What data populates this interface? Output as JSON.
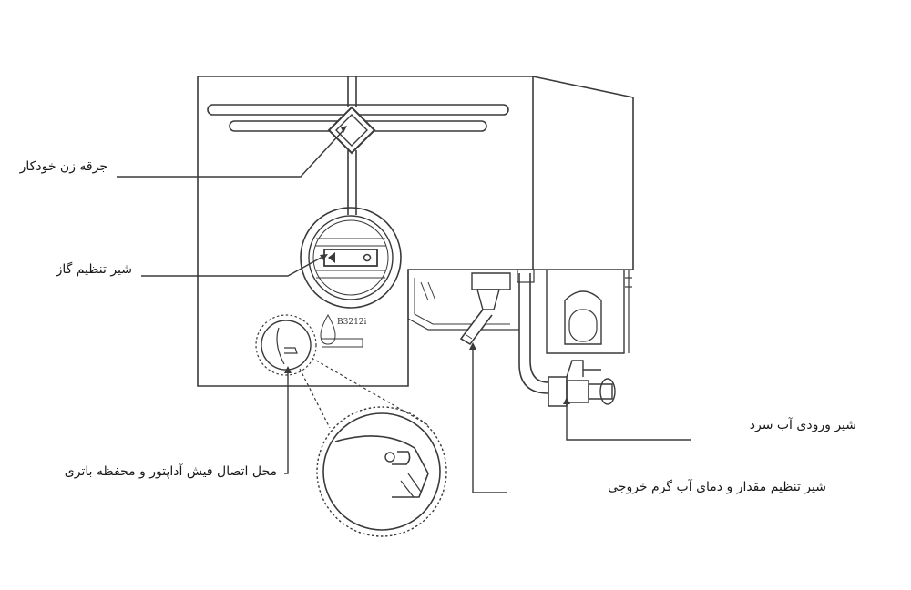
{
  "labels": {
    "igniter": "جرقه زن خودکار",
    "gas_valve": "شیر تنظیم گاز",
    "adapter_battery": "محل اتصال فیش آداپتور و محفظه باتری",
    "cold_water_inlet": "شیر ورودی آب سرد",
    "hot_water_outlet": "شیر تنظیم مقدار و دمای آب گرم خروجی"
  },
  "model": "B3212i",
  "colors": {
    "line": "#3a3a3a",
    "background": "#ffffff"
  }
}
